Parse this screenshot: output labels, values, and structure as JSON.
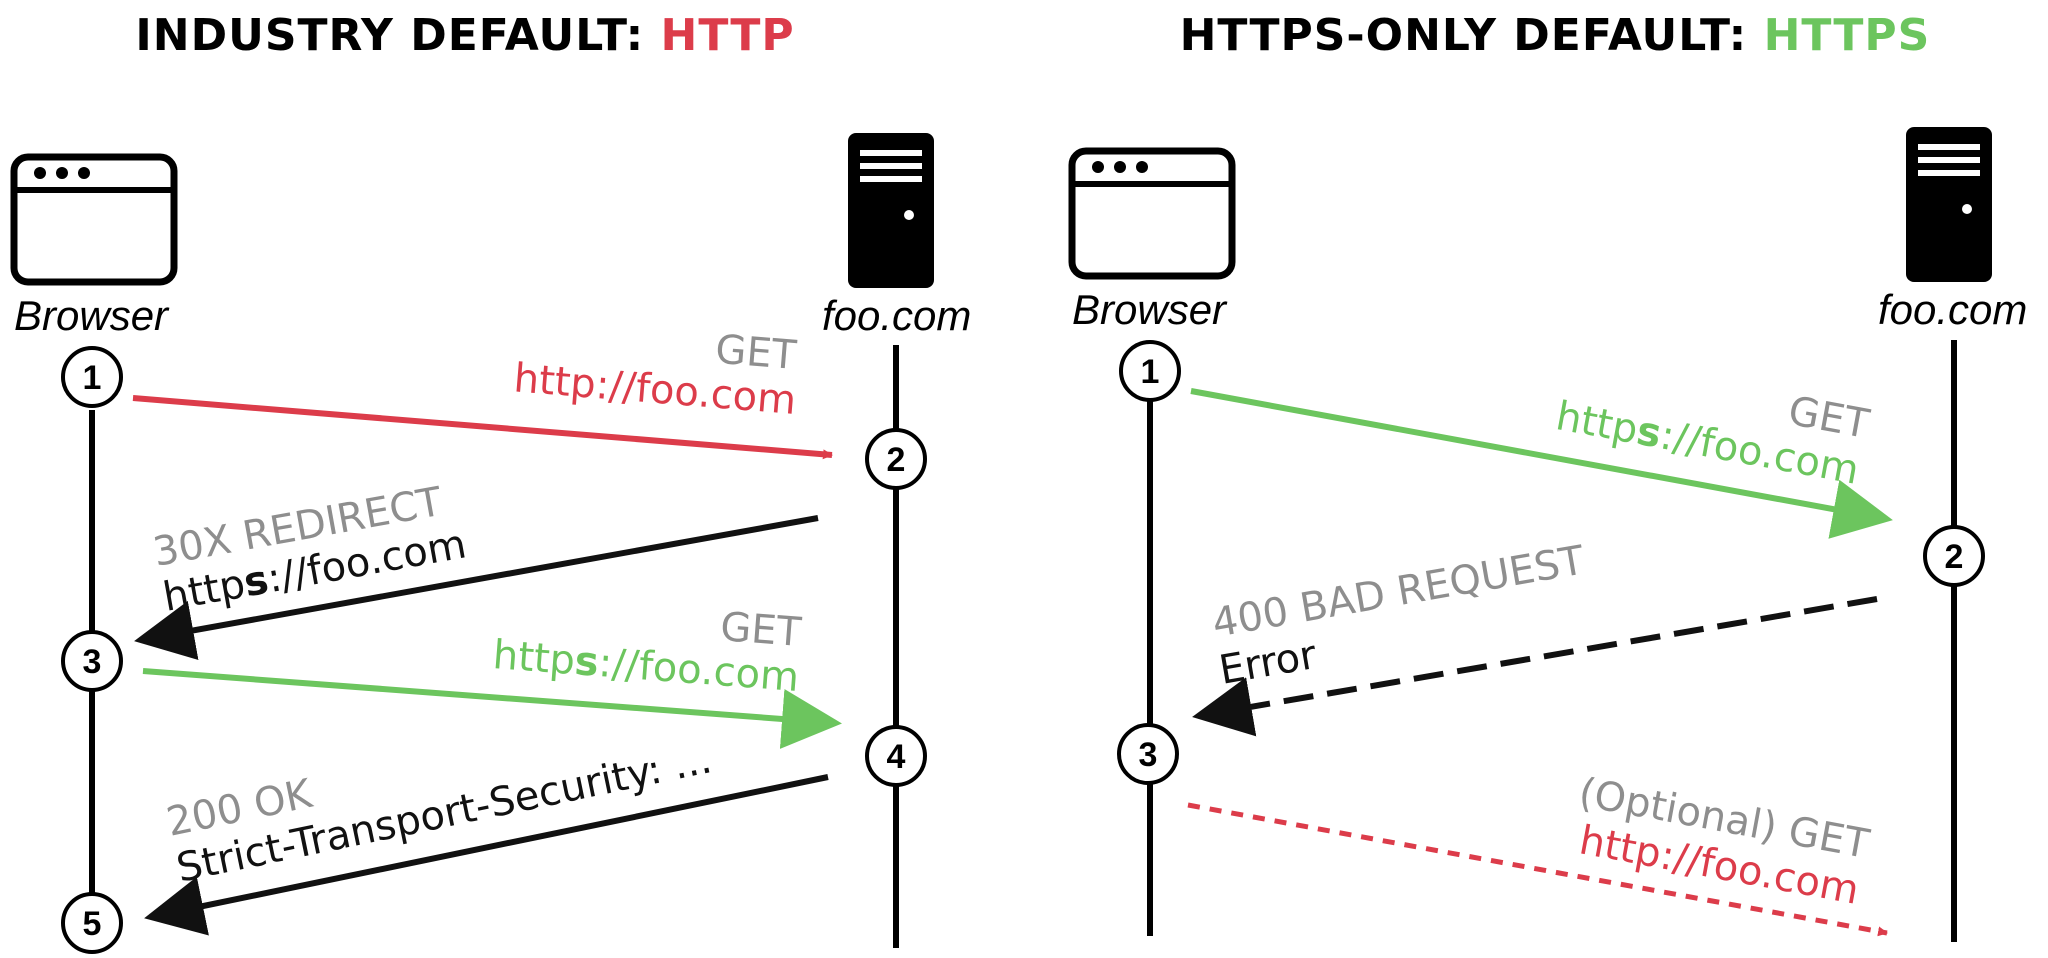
{
  "colors": {
    "red": "#dc3c4a",
    "green": "#6cc55e",
    "gray": "#8e8e8e",
    "black": "#111111"
  },
  "left_panel": {
    "title_prefix": "INDUSTRY DEFAULT: ",
    "title_highlight": "HTTP",
    "browser_label": "Browser",
    "server_label": "foo.com",
    "steps": [
      "1",
      "2",
      "3",
      "4",
      "5"
    ],
    "messages": {
      "m1_method": "GET",
      "m1_url": "http://foo.com",
      "m2_status": "30X REDIRECT",
      "m2_url_pre": "http",
      "m2_url_bold": "s",
      "m2_url_post": "://foo.com",
      "m3_method": "GET",
      "m3_url_pre": "http",
      "m3_url_bold": "s",
      "m3_url_post": "://foo.com",
      "m4_status": "200 OK",
      "m4_header": "Strict-Transport-Security: ..."
    }
  },
  "right_panel": {
    "title_prefix": "HTTPS-ONLY DEFAULT: ",
    "title_highlight": "HTTPS",
    "browser_label": "Browser",
    "server_label": "foo.com",
    "steps": [
      "1",
      "2",
      "3"
    ],
    "messages": {
      "m1_method": "GET",
      "m1_url_pre": "http",
      "m1_url_bold": "s",
      "m1_url_post": "://foo.com",
      "m2_status": "400 BAD REQUEST",
      "m2_body": "Error",
      "m3_method": "(Optional) GET",
      "m3_url": "http://foo.com"
    }
  },
  "icons": {
    "browser": "browser-window-icon",
    "server": "server-tower-icon"
  }
}
